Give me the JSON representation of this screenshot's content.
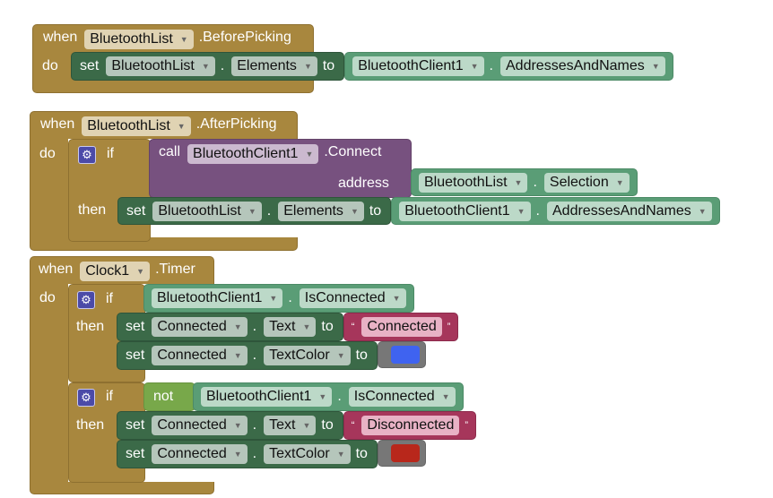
{
  "kw": {
    "when": "when",
    "do": "do",
    "set": "set",
    "to": "to",
    "if": "if",
    "then": "then",
    "call": "call",
    "not": "not",
    "dot": ".",
    "open_quote": "“",
    "close_quote": "”",
    "dd": "▼"
  },
  "blocks": [
    {
      "component": "BluetoothList",
      "event": ".BeforePicking",
      "set": {
        "component": "BluetoothList",
        "property": "Elements",
        "value": {
          "component": "BluetoothClient1",
          "property": "AddressesAndNames"
        }
      }
    },
    {
      "component": "BluetoothList",
      "event": ".AfterPicking",
      "if": {
        "call_component": "BluetoothClient1",
        "method": ".Connect",
        "arg_label": "address",
        "arg": {
          "component": "BluetoothList",
          "property": "Selection"
        }
      },
      "then": {
        "component": "BluetoothList",
        "property": "Elements",
        "value": {
          "component": "BluetoothClient1",
          "property": "AddressesAndNames"
        }
      }
    },
    {
      "component": "Clock1",
      "event": ".Timer",
      "if1": {
        "component": "BluetoothClient1",
        "property": "IsConnected",
        "then": [
          {
            "component": "Connected",
            "property": "Text",
            "value": "Connected"
          },
          {
            "component": "Connected",
            "property": "TextColor",
            "color": "#3f63f0"
          }
        ]
      },
      "if2": {
        "component": "BluetoothClient1",
        "property": "IsConnected",
        "then": [
          {
            "component": "Connected",
            "property": "Text",
            "value": "Disconnected"
          },
          {
            "component": "Connected",
            "property": "TextColor",
            "color": "#b8271b"
          }
        ]
      }
    }
  ]
}
